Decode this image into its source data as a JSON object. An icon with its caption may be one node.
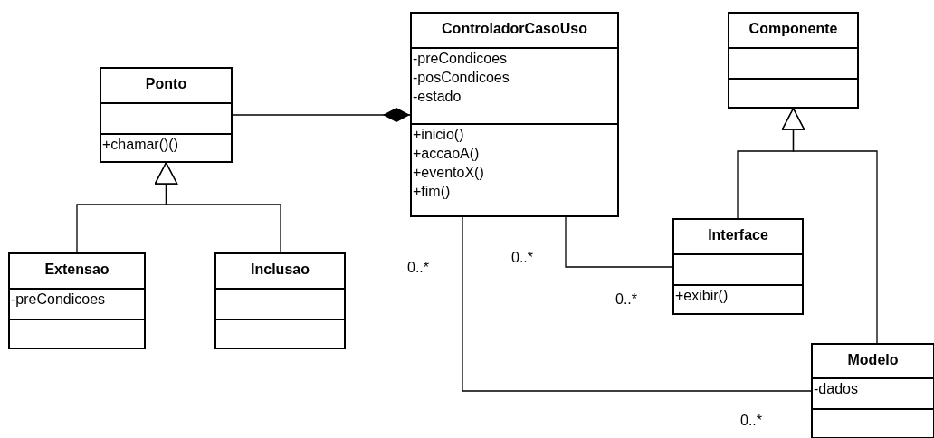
{
  "diagram": {
    "nodes": [
      {
        "text": [
          "Ponto"
        ]
      },
      {
        "text": [],
        "shape": "box",
        "in": 0
      },
      {
        "text": [
          "+chamar()()"
        ],
        "in": 0
      },
      {
        "text": [
          "Extensao"
        ]
      },
      {
        "text": [
          "-preCondicoes"
        ],
        "in": 3
      },
      {
        "text": [],
        "shape": "box",
        "in": 3
      },
      {
        "text": [
          "Inclusao"
        ]
      },
      {
        "text": [],
        "shape": "box",
        "in": 6
      },
      {
        "text": [],
        "shape": "box",
        "in": 6
      },
      {
        "text": [
          "ControladorCasoUso"
        ]
      },
      {
        "text": [
          "-preCondicoes",
          "-posCondicoes",
          "-estado"
        ],
        "in": 9
      },
      {
        "text": [
          "+inicio()",
          "+accaoA()",
          "+eventoX()",
          "+fim()"
        ],
        "in": 9
      },
      {
        "text": [
          "Componente"
        ]
      },
      {
        "text": [],
        "shape": "box",
        "in": 12
      },
      {
        "text": [],
        "shape": "box",
        "in": 12
      },
      {
        "text": [
          "Interface"
        ]
      },
      {
        "text": [],
        "shape": "box",
        "in": 15
      },
      {
        "text": [
          "+exibir()"
        ],
        "in": 15
      },
      {
        "text": [
          "Modelo"
        ]
      },
      {
        "text": [
          "-dados"
        ],
        "in": 18
      },
      {
        "text": [],
        "shape": "box",
        "in": 18
      }
    ],
    "edges": [
      {
        "from": 0,
        "to": 9,
        "arrow": "other"
      },
      {
        "from": 3,
        "to": 0,
        "arrow": "to"
      },
      {
        "from": 6,
        "to": 0,
        "arrow": "to"
      },
      {
        "from": 15,
        "to": 12,
        "arrow": "to"
      },
      {
        "from": 18,
        "to": 12,
        "arrow": "to"
      },
      {
        "from": 9,
        "to": 15,
        "arrow": "none"
      },
      {
        "from": 9,
        "to": 18,
        "arrow": "none"
      }
    ],
    "labels": [
      "0..*",
      "0..*",
      "0..*",
      "0..*"
    ]
  }
}
